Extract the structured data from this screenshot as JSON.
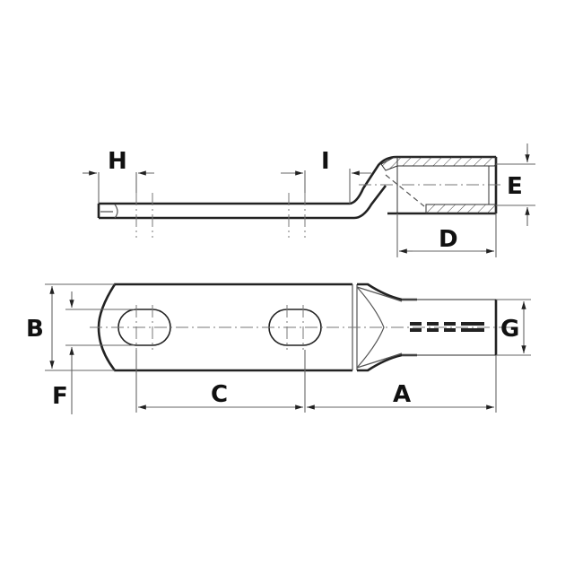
{
  "diagram": {
    "title": "Two-hole cable lug dimension drawing",
    "colors": {
      "line": "#222222",
      "dimension": "#666666",
      "background": "#ffffff"
    },
    "side_view": {
      "labels": {
        "H": "H",
        "I": "I",
        "D": "D",
        "E": "E"
      }
    },
    "top_view": {
      "labels": {
        "A": "A",
        "B": "B",
        "C": "C",
        "F": "F",
        "G": "G"
      }
    }
  }
}
